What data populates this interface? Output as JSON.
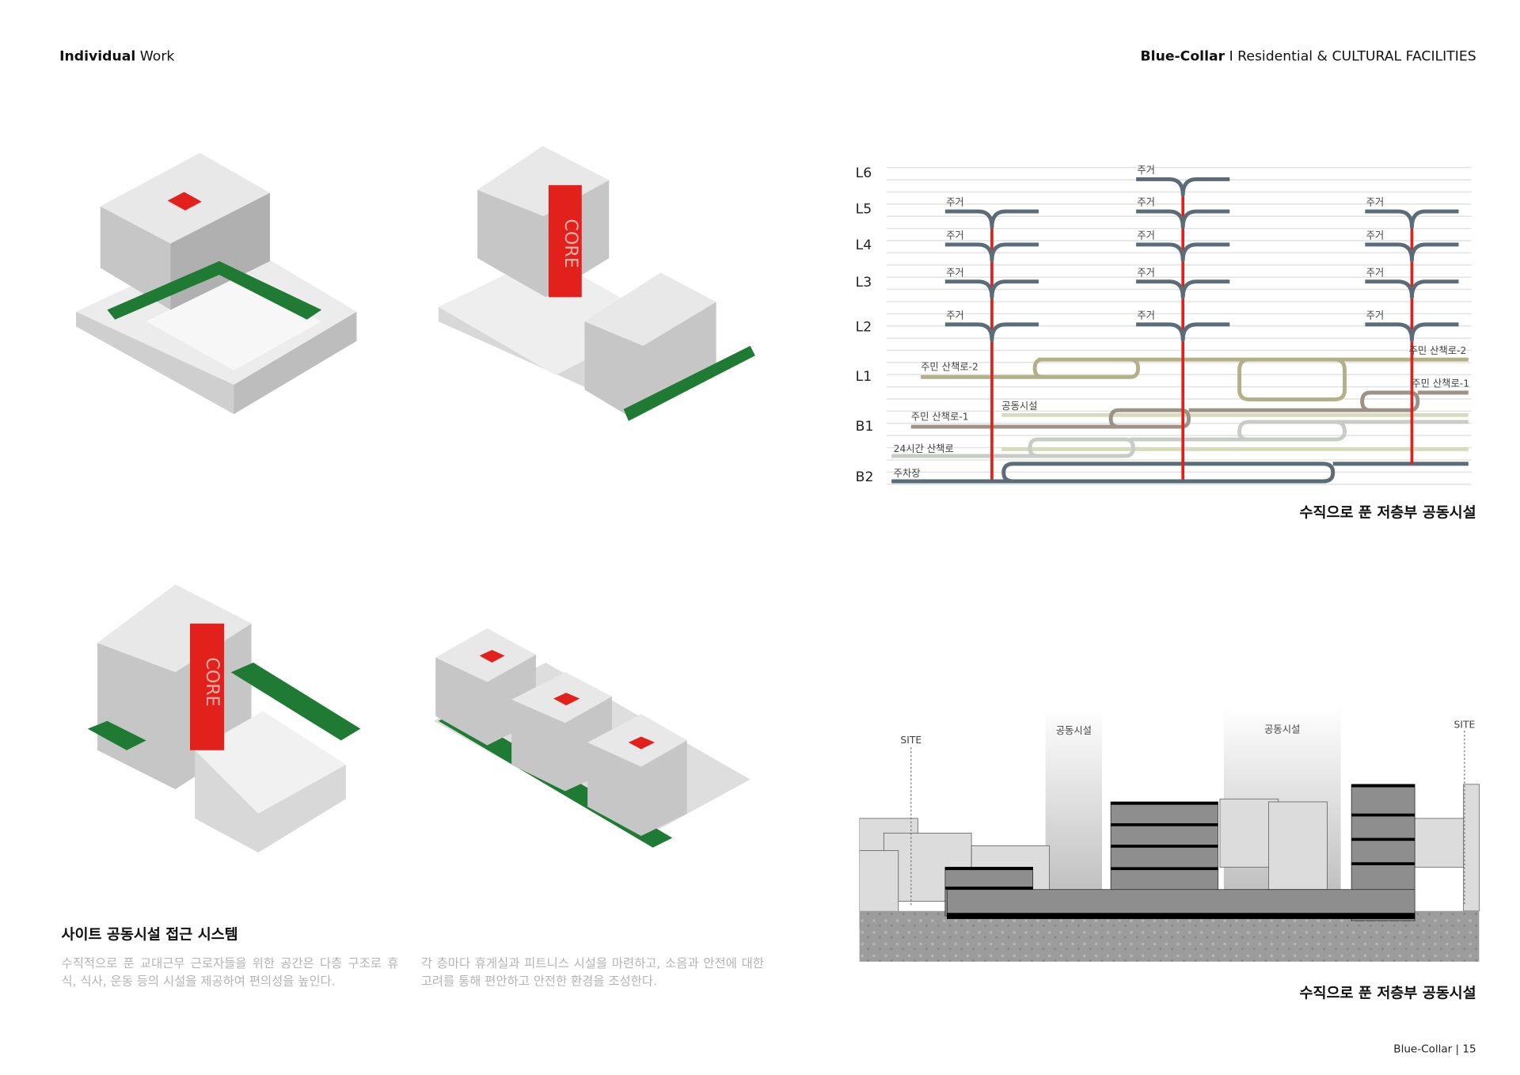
{
  "header": {
    "left_bold": "Individual",
    "left_rest": " Work",
    "right_bold": "Blue-Collar",
    "right_sep": " I ",
    "right_rest": "Residential & CULTURAL FACILITIES"
  },
  "isometrics": {
    "core_label": "CORE"
  },
  "diagram": {
    "levels": [
      "L6",
      "L5",
      "L4",
      "L3",
      "L2",
      "L1",
      "B1",
      "B2"
    ],
    "housing_label": "주거",
    "path_labels": {
      "resident_walk_2": "주민 산책로-2",
      "resident_walk_2_right": "주민 산책로-2",
      "resident_walk_1": "주민 산책로-1",
      "resident_walk_1_right": "주민 산책로-1",
      "shared_facility": "공동시설",
      "walk_24h": "24시간 산책로",
      "parking": "주차장"
    },
    "colors": {
      "core": "#e0201b",
      "housing": "#5b6b78",
      "walk2": "#b3b089",
      "walk1": "#9e9187",
      "shared": "#d7dbbd",
      "walk24": "#c8ccc7",
      "parking": "#5b6b78"
    },
    "caption": "수직으로 푼 저층부 공동시설"
  },
  "section": {
    "site_left": "SITE",
    "site_right": "SITE",
    "shared_1": "공동시설",
    "shared_2": "공동시설",
    "caption": "수직으로 푼 저층부 공동시설"
  },
  "text": {
    "heading": "사이트 공동시설 접근 시스템",
    "col1": "수직적으로 푼 교대근무 근로자들을 위한 공간은 다층 구조로 휴식, 식사, 운동 등의 시설을 제공하여 편의성을 높인다.",
    "col2": "각 층마다 휴게실과 피트니스 시설을 마련하고, 소음과 안전에 대한 고려를 통해 편안하고 안전한 환경을 조성한다."
  },
  "footer": {
    "project": "Blue-Collar",
    "sep": " | ",
    "page": "15"
  }
}
